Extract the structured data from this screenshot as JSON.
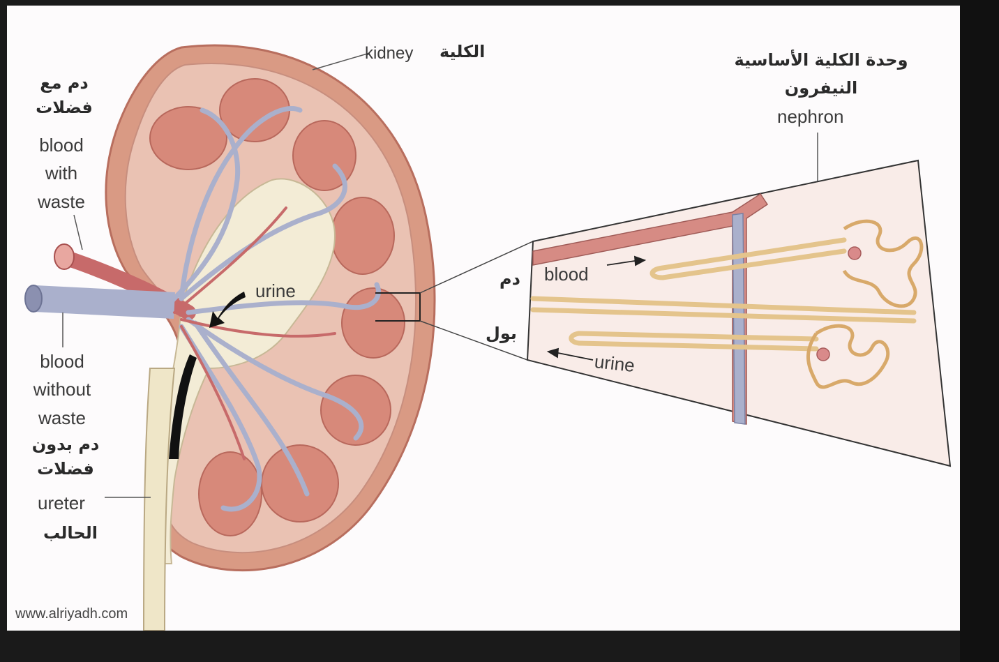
{
  "labels": {
    "kidney": "kidney",
    "kidney_ar": "الكلية",
    "blood_waste_ar": "دم مع\nفضلات",
    "blood_waste_en": "blood\nwith\nwaste",
    "blood_nowaste_en": "blood\nwithout\nwaste",
    "blood_nowaste_ar": "دم بدون\nفضلات",
    "ureter_en": "ureter",
    "ureter_ar": "الحالب",
    "urine_kidney": "urine",
    "nephron_ar_1": "وحدة الكلية الأساسية",
    "nephron_ar_2": "النيفرون",
    "nephron_en": "nephron",
    "blood_ar": "دم",
    "urine_ar": "بول",
    "blood_detail": "blood",
    "urine_detail": "urine",
    "watermark": "www.alriyadh.com"
  },
  "colors": {
    "capsule": "#d99a84",
    "cortex": "#eac2b3",
    "pyramid": "#d7897a",
    "pelvis": "#f3ecd6",
    "vein": "#aab0cc",
    "artery": "#c76a6a",
    "tubule": "#e4c48c"
  }
}
